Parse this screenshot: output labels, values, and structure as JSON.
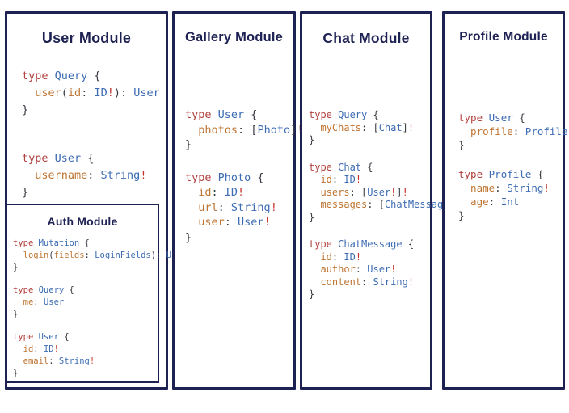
{
  "colors": {
    "navy": "#1e2253",
    "keyword": "#b0413e",
    "typename": "#3d6cb3",
    "field": "#bf7533",
    "punctuation": "#383b42",
    "bang": "#c5342c"
  },
  "panels": [
    {
      "title": "User Module",
      "blocks": [
        {
          "lines": [
            [
              [
                "type ",
                "kw"
              ],
              [
                "Query ",
                "ty"
              ],
              [
                "{",
                "pu"
              ]
            ],
            [
              [
                "  user",
                "fd"
              ],
              [
                "(",
                "pu"
              ],
              [
                "id",
                "fd"
              ],
              [
                ": ",
                "pu"
              ],
              [
                "ID",
                "ty"
              ],
              [
                "!",
                "bg"
              ],
              [
                "): ",
                "pu"
              ],
              [
                "User",
                "ty"
              ]
            ],
            [
              [
                "}",
                "pu"
              ]
            ]
          ]
        },
        {
          "lines": [
            [
              [
                "type ",
                "kw"
              ],
              [
                "User ",
                "ty"
              ],
              [
                "{",
                "pu"
              ]
            ],
            [
              [
                "  username",
                "fd"
              ],
              [
                ": ",
                "pu"
              ],
              [
                "String",
                "ty"
              ],
              [
                "!",
                "bg"
              ]
            ],
            [
              [
                "}",
                "pu"
              ]
            ]
          ]
        }
      ],
      "nested": {
        "title": "Auth Module",
        "blocks": [
          {
            "lines": [
              [
                [
                  "type ",
                  "kw"
                ],
                [
                  "Mutation ",
                  "ty"
                ],
                [
                  "{",
                  "pu"
                ]
              ],
              [
                [
                  "  login",
                  "fd"
                ],
                [
                  "(",
                  "pu"
                ],
                [
                  "fields",
                  "fd"
                ],
                [
                  ": ",
                  "pu"
                ],
                [
                  "LoginFields",
                  "ty"
                ],
                [
                  "): ",
                  "pu"
                ],
                [
                  "User",
                  "ty"
                ]
              ],
              [
                [
                  "}",
                  "pu"
                ]
              ]
            ]
          },
          {
            "lines": [
              [
                [
                  "type ",
                  "kw"
                ],
                [
                  "Query ",
                  "ty"
                ],
                [
                  "{",
                  "pu"
                ]
              ],
              [
                [
                  "  me",
                  "fd"
                ],
                [
                  ": ",
                  "pu"
                ],
                [
                  "User",
                  "ty"
                ]
              ],
              [
                [
                  "}",
                  "pu"
                ]
              ]
            ]
          },
          {
            "lines": [
              [
                [
                  "type ",
                  "kw"
                ],
                [
                  "User ",
                  "ty"
                ],
                [
                  "{",
                  "pu"
                ]
              ],
              [
                [
                  "  id",
                  "fd"
                ],
                [
                  ": ",
                  "pu"
                ],
                [
                  "ID",
                  "ty"
                ],
                [
                  "!",
                  "bg"
                ]
              ],
              [
                [
                  "  email",
                  "fd"
                ],
                [
                  ": ",
                  "pu"
                ],
                [
                  "String",
                  "ty"
                ],
                [
                  "!",
                  "bg"
                ]
              ],
              [
                [
                  "}",
                  "pu"
                ]
              ]
            ]
          }
        ]
      }
    },
    {
      "title": "Gallery Module",
      "blocks": [
        {
          "lines": [
            [
              [
                "type ",
                "kw"
              ],
              [
                "User ",
                "ty"
              ],
              [
                "{",
                "pu"
              ]
            ],
            [
              [
                "  photos",
                "fd"
              ],
              [
                ": ",
                "pu"
              ],
              [
                "[",
                "pu"
              ],
              [
                "Photo",
                "ty"
              ],
              [
                "]",
                "pu"
              ],
              [
                "!",
                "bg"
              ]
            ],
            [
              [
                "}",
                "pu"
              ]
            ]
          ]
        },
        {
          "lines": [
            [
              [
                "type ",
                "kw"
              ],
              [
                "Photo ",
                "ty"
              ],
              [
                "{",
                "pu"
              ]
            ],
            [
              [
                "  id",
                "fd"
              ],
              [
                ": ",
                "pu"
              ],
              [
                "ID",
                "ty"
              ],
              [
                "!",
                "bg"
              ]
            ],
            [
              [
                "  url",
                "fd"
              ],
              [
                ": ",
                "pu"
              ],
              [
                "String",
                "ty"
              ],
              [
                "!",
                "bg"
              ]
            ],
            [
              [
                "  user",
                "fd"
              ],
              [
                ": ",
                "pu"
              ],
              [
                "User",
                "ty"
              ],
              [
                "!",
                "bg"
              ]
            ],
            [
              [
                "}",
                "pu"
              ]
            ]
          ]
        }
      ]
    },
    {
      "title": "Chat Module",
      "blocks": [
        {
          "lines": [
            [
              [
                "type ",
                "kw"
              ],
              [
                "Query ",
                "ty"
              ],
              [
                "{",
                "pu"
              ]
            ],
            [
              [
                "  myChats",
                "fd"
              ],
              [
                ": ",
                "pu"
              ],
              [
                "[",
                "pu"
              ],
              [
                "Chat",
                "ty"
              ],
              [
                "]",
                "pu"
              ],
              [
                "!",
                "bg"
              ]
            ],
            [
              [
                "}",
                "pu"
              ]
            ]
          ]
        },
        {
          "lines": [
            [
              [
                "type ",
                "kw"
              ],
              [
                "Chat ",
                "ty"
              ],
              [
                "{",
                "pu"
              ]
            ],
            [
              [
                "  id",
                "fd"
              ],
              [
                ": ",
                "pu"
              ],
              [
                "ID",
                "ty"
              ],
              [
                "!",
                "bg"
              ]
            ],
            [
              [
                "  users",
                "fd"
              ],
              [
                ": ",
                "pu"
              ],
              [
                "[",
                "pu"
              ],
              [
                "User",
                "ty"
              ],
              [
                "!",
                "bg"
              ],
              [
                "]",
                "pu"
              ],
              [
                "!",
                "bg"
              ]
            ],
            [
              [
                "  messages",
                "fd"
              ],
              [
                ": ",
                "pu"
              ],
              [
                "[",
                "pu"
              ],
              [
                "ChatMessage",
                "ty"
              ],
              [
                "]",
                "pu"
              ],
              [
                "!",
                "bg"
              ]
            ],
            [
              [
                "}",
                "pu"
              ]
            ]
          ]
        },
        {
          "lines": [
            [
              [
                "type ",
                "kw"
              ],
              [
                "ChatMessage ",
                "ty"
              ],
              [
                "{",
                "pu"
              ]
            ],
            [
              [
                "  id",
                "fd"
              ],
              [
                ": ",
                "pu"
              ],
              [
                "ID",
                "ty"
              ],
              [
                "!",
                "bg"
              ]
            ],
            [
              [
                "  author",
                "fd"
              ],
              [
                ": ",
                "pu"
              ],
              [
                "User",
                "ty"
              ],
              [
                "!",
                "bg"
              ]
            ],
            [
              [
                "  content",
                "fd"
              ],
              [
                ": ",
                "pu"
              ],
              [
                "String",
                "ty"
              ],
              [
                "!",
                "bg"
              ]
            ],
            [
              [
                "}",
                "pu"
              ]
            ]
          ]
        }
      ]
    },
    {
      "title": "Profile Module",
      "blocks": [
        {
          "lines": [
            [
              [
                "type ",
                "kw"
              ],
              [
                "User ",
                "ty"
              ],
              [
                "{",
                "pu"
              ]
            ],
            [
              [
                "  profile",
                "fd"
              ],
              [
                ": ",
                "pu"
              ],
              [
                "Profile",
                "ty"
              ],
              [
                "!",
                "bg"
              ]
            ],
            [
              [
                "}",
                "pu"
              ]
            ]
          ]
        },
        {
          "lines": [
            [
              [
                "type ",
                "kw"
              ],
              [
                "Profile ",
                "ty"
              ],
              [
                "{",
                "pu"
              ]
            ],
            [
              [
                "  name",
                "fd"
              ],
              [
                ": ",
                "pu"
              ],
              [
                "String",
                "ty"
              ],
              [
                "!",
                "bg"
              ]
            ],
            [
              [
                "  age",
                "fd"
              ],
              [
                ": ",
                "pu"
              ],
              [
                "Int",
                "ty"
              ]
            ],
            [
              [
                "}",
                "pu"
              ]
            ]
          ]
        }
      ]
    }
  ]
}
